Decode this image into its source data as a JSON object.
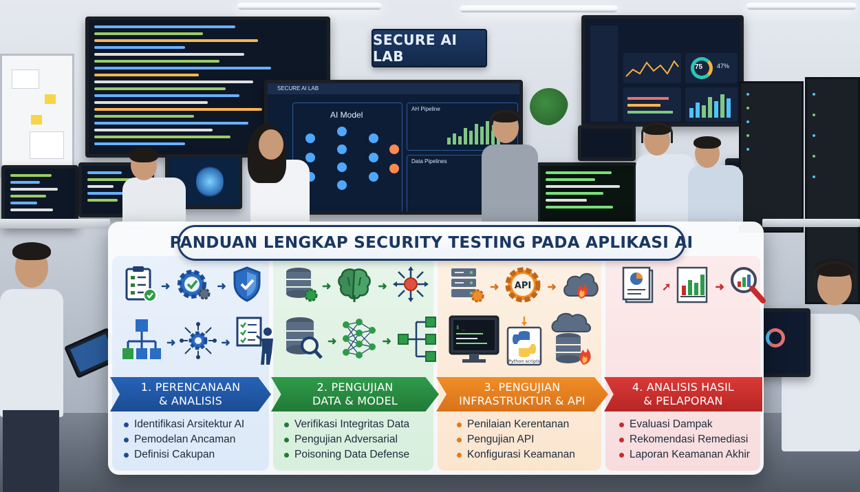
{
  "scene": {
    "lab_sign": "SECURE AI LAB",
    "big_screen": {
      "header": "SECURE AI LAB",
      "model_label": "AI Model",
      "pipeline_label": "AH Pipeline",
      "data_label": "Data Pipelines"
    },
    "dashboard_value": "75",
    "dashboard_percent": "47%",
    "python_label": "Python scripts"
  },
  "infographic": {
    "title": "PANDUAN LENGKAP SECURITY TESTING PADA APLIKASI AI",
    "api_label": "API",
    "sections": [
      {
        "line1": "1. PERENCANAAN",
        "line2": "& ANALISIS",
        "color": "#1b4c94",
        "items": [
          "Identifikasi Arsitektur AI",
          "Pemodelan Ancaman",
          "Definisi Cakupan"
        ]
      },
      {
        "line1": "2. PENGUJIAN",
        "line2": "DATA & MODEL",
        "color": "#217a37",
        "items": [
          "Verifikasi Integritas Data",
          "Pengujian Adversarial",
          "Poisoning Data Defense"
        ]
      },
      {
        "line1": "3. PENGUJIAN",
        "line2": "INFRASTRUKTUR & API",
        "color": "#e07a1f",
        "items": [
          "Penilaian Kerentanan",
          "Pengujian API",
          "Konfigurasi Keamanan"
        ]
      },
      {
        "line1": "4. ANALISIS HASIL",
        "line2": "& PELAPORAN",
        "color": "#c62c2a",
        "items": [
          "Evaluasi Dampak",
          "Rekomendasi Remediasi",
          "Laporan Keamanan Akhir"
        ]
      }
    ]
  }
}
